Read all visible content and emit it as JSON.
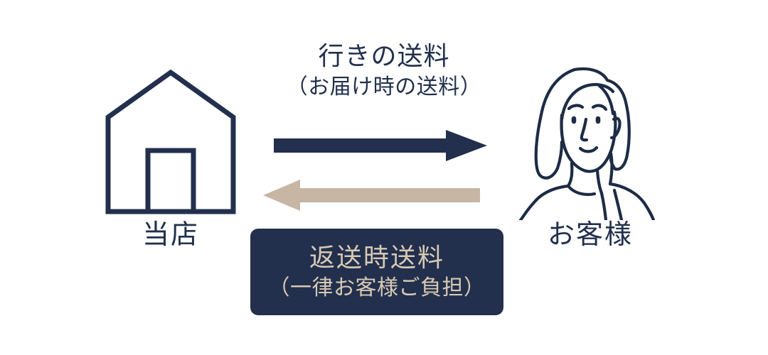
{
  "diagram": {
    "type": "shipping-fee-flow",
    "background_color": "#ffffff",
    "navy_color": "#22304d",
    "tan_color": "#c7b6a4",
    "box_text_color": "#d8c9b4",
    "left_node": {
      "icon": "house-icon",
      "label": "当店"
    },
    "right_node": {
      "icon": "person-customer-icon",
      "label": "お客様"
    },
    "outbound": {
      "caption_line1": "行きの送料",
      "caption_line2": "（お届け時の送料）",
      "arrow_icon": "arrow-right-icon",
      "arrow_color": "#22304d",
      "direction": "left-to-right"
    },
    "return": {
      "arrow_icon": "arrow-left-icon",
      "arrow_color": "#c7b6a4",
      "direction": "right-to-left",
      "box_line1": "返送時送料",
      "box_line2": "（一律お客様ご負担）",
      "box_background": "#22304d"
    }
  }
}
